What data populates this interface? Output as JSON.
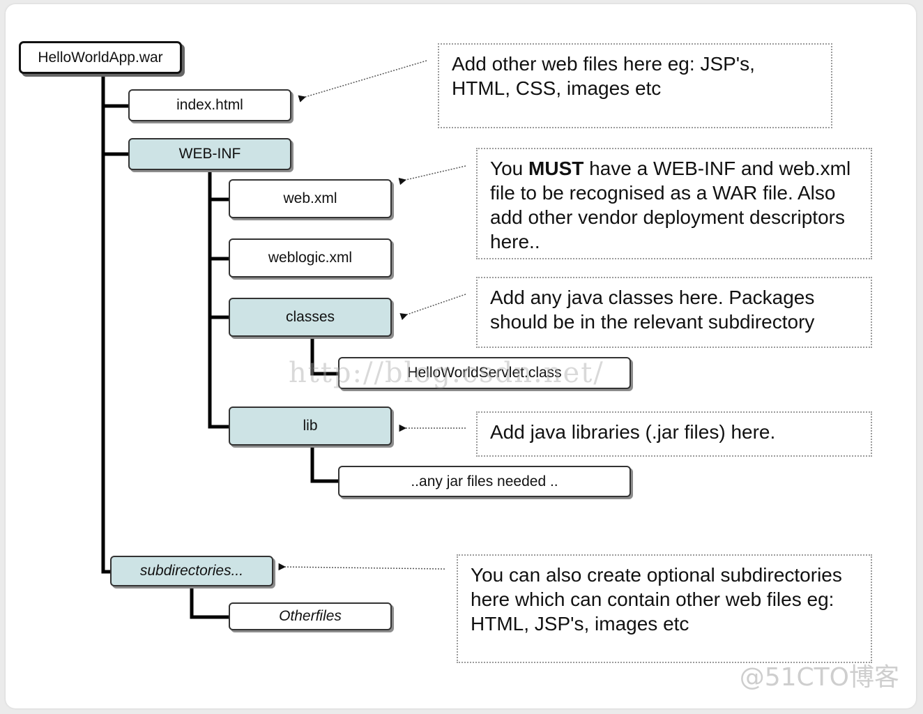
{
  "tree": {
    "root": "HelloWorldApp.war",
    "index_file": "index.html",
    "web_inf": "WEB-INF",
    "web_xml": "web.xml",
    "weblogic_xml": "weblogic.xml",
    "classes": "classes",
    "servlet_class": "HelloWorldServlet.class",
    "lib": "lib",
    "jar_files": "..any jar files needed ..",
    "subdirectories": "subdirectories...",
    "other_files": "Otherfiles"
  },
  "notes": {
    "web_files": "Add other web files here eg: JSP's, HTML, CSS,  images etc",
    "must_prefix": "You",
    "must_bold": "MUST",
    "must_rest": "have a WEB-INF and web.xml file to be recognised as a WAR file. Also add other vendor deployment descriptors here..",
    "classes": "Add any java classes here. Packages should be in the relevant subdirectory",
    "lib": "Add java libraries (.jar files) here.",
    "subdirs": "You can also create optional subdirectories here which can contain other web files eg: HTML,  JSP's, images etc"
  },
  "watermarks": {
    "url": "http://blog.csdn.net/",
    "brand": "@51CTO博客"
  },
  "colors": {
    "directory_fill": "#cde3e5",
    "file_fill": "#ffffff",
    "connector": "#000000"
  }
}
